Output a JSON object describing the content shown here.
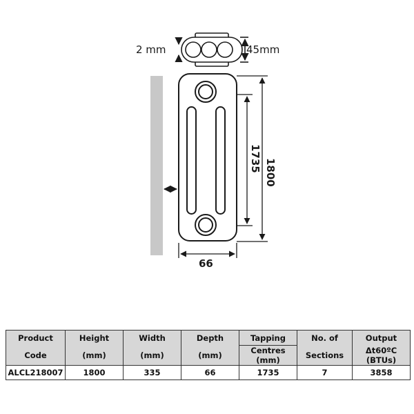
{
  "diagram": {
    "top_view": {
      "left_label": "2  mm",
      "right_label": "45mm"
    },
    "front_view": {
      "height_label": "1800",
      "centres_label": "1735",
      "depth_label": "66"
    }
  },
  "table": {
    "headers": [
      {
        "line1": "Product",
        "line2": "Code"
      },
      {
        "line1": "Height",
        "line2": "(mm)"
      },
      {
        "line1": "Width",
        "line2": "(mm)"
      },
      {
        "line1": "Depth",
        "line2": "(mm)"
      },
      {
        "line1": "Tapping",
        "line2": "Centres (mm)"
      },
      {
        "line1": "No. of",
        "line2": "Sections"
      },
      {
        "line1": "Output",
        "line2": "Δt60ºC (BTUs)"
      }
    ],
    "row": [
      "ALCL218007",
      "1800",
      "335",
      "66",
      "1735",
      "7",
      "3858"
    ]
  },
  "colors": {
    "wall": "#c8c8c8",
    "stroke": "#1a1a1a",
    "header_bg": "#d7d7d7"
  }
}
